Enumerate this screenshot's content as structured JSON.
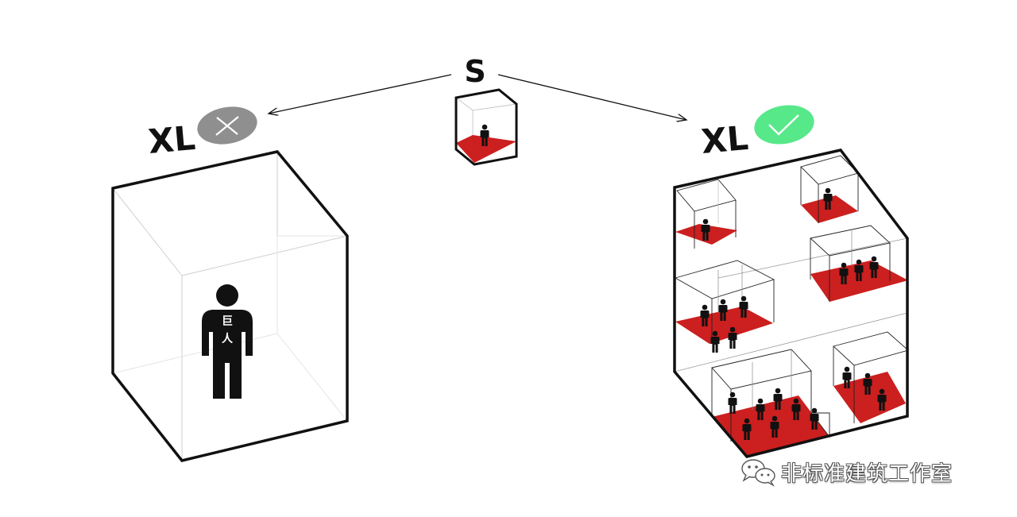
{
  "diagram": {
    "small_label": "S",
    "left_label": "XL",
    "right_label": "XL",
    "left_badge": {
      "icon": "cross-icon",
      "color": "#8f8f8f",
      "meaning": "wrong"
    },
    "right_badge": {
      "icon": "check-icon",
      "color": "#57e889",
      "meaning": "correct"
    },
    "giant_chars": [
      "巨",
      "人"
    ]
  },
  "colors": {
    "floor": "#cc1f1f",
    "outline": "#111111",
    "thin_line": "#c8c8c8"
  },
  "watermark": {
    "text": "非标准建筑工作室",
    "icon": "wechat-icon"
  }
}
